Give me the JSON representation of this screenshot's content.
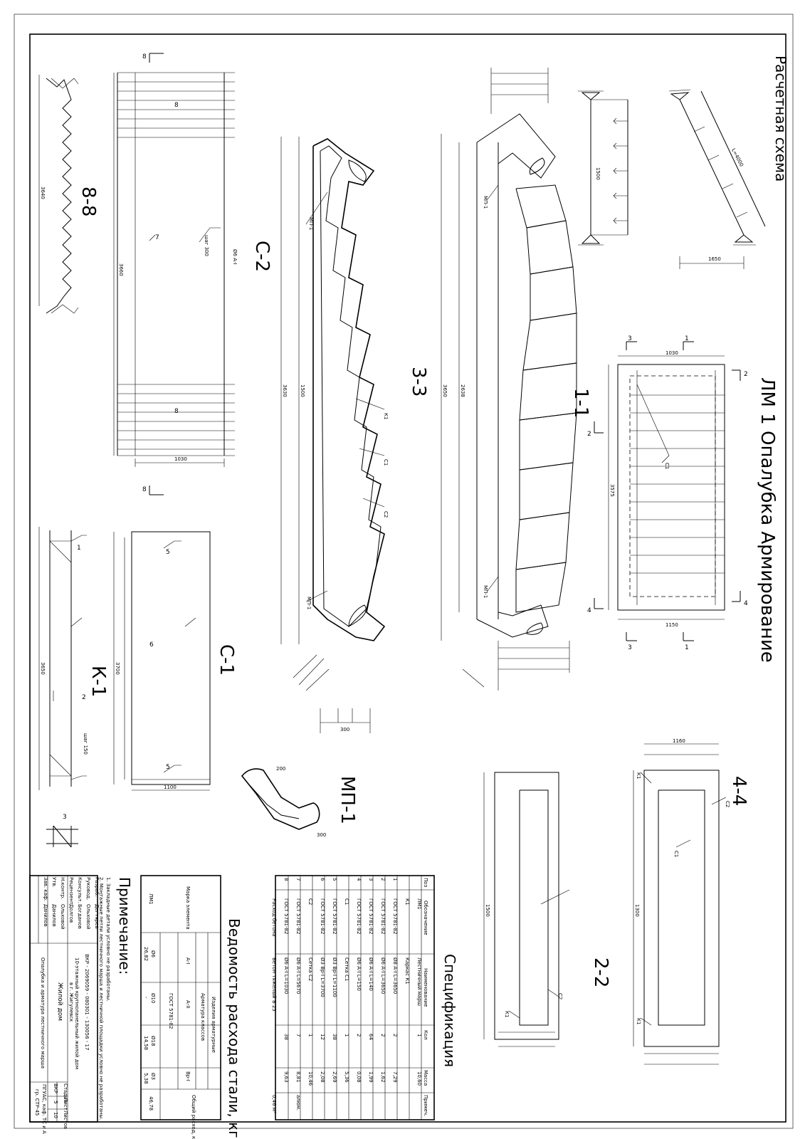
{
  "views": {
    "raschetnaya": "Расчетная схема",
    "opalubka": "ЛМ 1 Опалубка Армирование",
    "s8": "8-8",
    "c2": "С-2",
    "s3": "3-3",
    "s1": "1-1",
    "k1": "К-1",
    "c1": "С-1",
    "mp1": "МП-1",
    "s2": "2-2",
    "s4": "4-4"
  },
  "spec": {
    "title": "Спецификация",
    "headers": [
      "Поз",
      "Обозначение",
      "Наименование",
      "Кол",
      "Масса",
      "Примеч."
    ],
    "rows": [
      [
        "",
        "ЛМ1",
        "Лестничный марш",
        "1",
        "10,60",
        ""
      ],
      [
        "",
        "К1",
        "Каркас К1",
        "",
        "",
        ""
      ],
      [
        "1",
        "ГОСТ 5781-82",
        "Ø8 А-I L=3650",
        "2",
        "7,29",
        ""
      ],
      [
        "2",
        "ГОСТ 5781-82",
        "Ø6 А-I L=3650",
        "2",
        "1,62",
        ""
      ],
      [
        "3",
        "ГОСТ 5781-82",
        "Ø6 А-I L=140",
        "64",
        "1,99",
        ""
      ],
      [
        "4",
        "ГОСТ 5781-82",
        "Ø6 А-I L=150",
        "2",
        "0,08",
        ""
      ],
      [
        "",
        "С1",
        "Сетка С1",
        "1",
        "5,36",
        ""
      ],
      [
        "5",
        "ГОСТ 5781-82",
        "Ø3 Вр-I L=1100",
        "38",
        "2,69",
        ""
      ],
      [
        "6",
        "ГОСТ 5781-82",
        "Ø3 Вр-I L=3700",
        "12",
        "2,08",
        ""
      ],
      [
        "",
        "С2",
        "Сетка С2",
        "1",
        "10,46",
        ""
      ],
      [
        "7",
        "ГОСТ 5781-82",
        "Ø6 А-I L=5670",
        "7",
        "8,81",
        "алюм."
      ],
      [
        "8",
        "ГОСТ 5781-82",
        "Ø6 А-I L=1030",
        "38",
        "9,63",
        ""
      ],
      [
        "",
        "Расход бетона",
        "Бетон тяжелый В 25",
        "",
        "",
        "0,46 м³"
      ]
    ]
  },
  "vedomost": {
    "title": "Ведомость расхода стали, кг",
    "col1": "Марка элемента",
    "izd": "Изделия арматурные",
    "arm": "Арматура классов",
    "ai": "А-I",
    "aii": "А-II",
    "vr": "Вр-I",
    "gost": "ГОСТ 5781-82",
    "total": "Общий расход, кг",
    "diam": [
      "Ø6",
      "Ø10",
      "Ø18",
      "Ø3"
    ],
    "row_mark": "ЛМ1",
    "row_vals": [
      "26,82",
      "-",
      "14,58",
      "5,38"
    ],
    "row_total": "46,78"
  },
  "notes": {
    "title": "Примечание:",
    "l1": "1. Закладные детали условно не разработаны.",
    "l2": "2. Монтажные петли лестничного марша и лестничной площадки условно не разработаны."
  },
  "stamp": {
    "code": "ВКР - 2069059 - 080301 - 130056 - 17",
    "project": "10-этажный крупнопанельный жилой дом",
    "city": "в г. Жигулевск",
    "object": "Жилой дом",
    "sheet_name": "Опалубка и арматура лестничного марша",
    "stadiya": "Стадия",
    "list": "Лист",
    "listov": "Листов",
    "st_val": "ВКР",
    "list_val": "5",
    "listov_val": "10",
    "org1": "ПГУАС, каф. ТС и А",
    "org2": "гр. СТР-45",
    "roles": [
      "Разраб.",
      "Руковод.",
      "Консульт.",
      "Рецензент",
      "Н.контр.",
      "Утв.",
      "Зав. каф."
    ],
    "names": [
      "Дегтярев",
      "Ольховой",
      "Богданов",
      "Долгов",
      "Ольховой",
      "Данилов",
      "Данилов"
    ]
  },
  "dims": {
    "d8_total": "3640",
    "c2_len": "3660",
    "c2_w": "1030",
    "c2_pos": "Ø6 А-I",
    "c2_side": "шаг 300",
    "s3_total": "3630",
    "s3_d1": "1500",
    "s3_d2": "300",
    "s1_total": "3650",
    "s1_d1": "2638",
    "plan_len": "3575",
    "plan_w": "1030",
    "plan_w2": "1150",
    "k1_len": "3650",
    "k1_step": "шаг 150",
    "c1_len": "3700",
    "c1_w": "1100",
    "rs_h": "1500",
    "rs_len": "L=4000",
    "rs_w": "1650",
    "s2_h": "1500",
    "s4_h": "1300",
    "s4_w": "1160",
    "mp_a": "200",
    "mp_b": "300"
  },
  "labels": {
    "c1": "С1",
    "c2": "С2",
    "k1": "К1",
    "mp1": "МП-1",
    "pos1": "1",
    "pos2": "2",
    "pos3": "3",
    "pos5": "5",
    "pos6": "6",
    "pos7": "7",
    "pos8": "8"
  }
}
